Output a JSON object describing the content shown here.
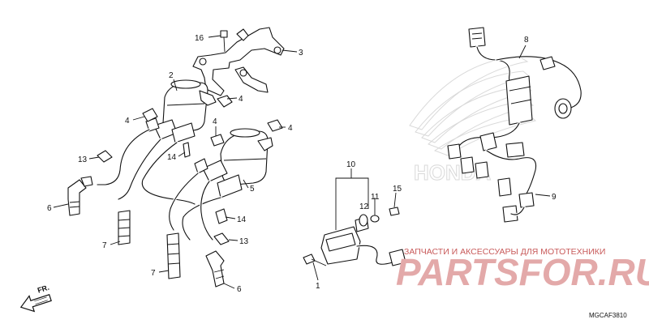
{
  "watermark": {
    "caption": "ЗАПЧАСТИ И АКСЕССУАРЫ ДЛЯ МОТОТЕХНИКИ",
    "brand": "PARTSFOR.RU",
    "logo_text": "HONDA",
    "colors": {
      "brand": "#e3a9a9",
      "caption": "#c85a5a",
      "logo": "#dcdcdc"
    }
  },
  "diagram_code": "MGCAF3810",
  "front_arrow_label": "FR.",
  "callouts": {
    "c1": "1",
    "c2": "2",
    "c3": "3",
    "c4a": "4",
    "c4b": "4",
    "c4c": "4",
    "c4d": "4",
    "c5": "5",
    "c6a": "6",
    "c6b": "6",
    "c7a": "7",
    "c7b": "7",
    "c8": "8",
    "c9": "9",
    "c10": "10",
    "c11": "11",
    "c12": "12",
    "c13a": "13",
    "c13b": "13",
    "c14a": "14",
    "c14b": "14",
    "c15": "15",
    "c16": "16"
  }
}
